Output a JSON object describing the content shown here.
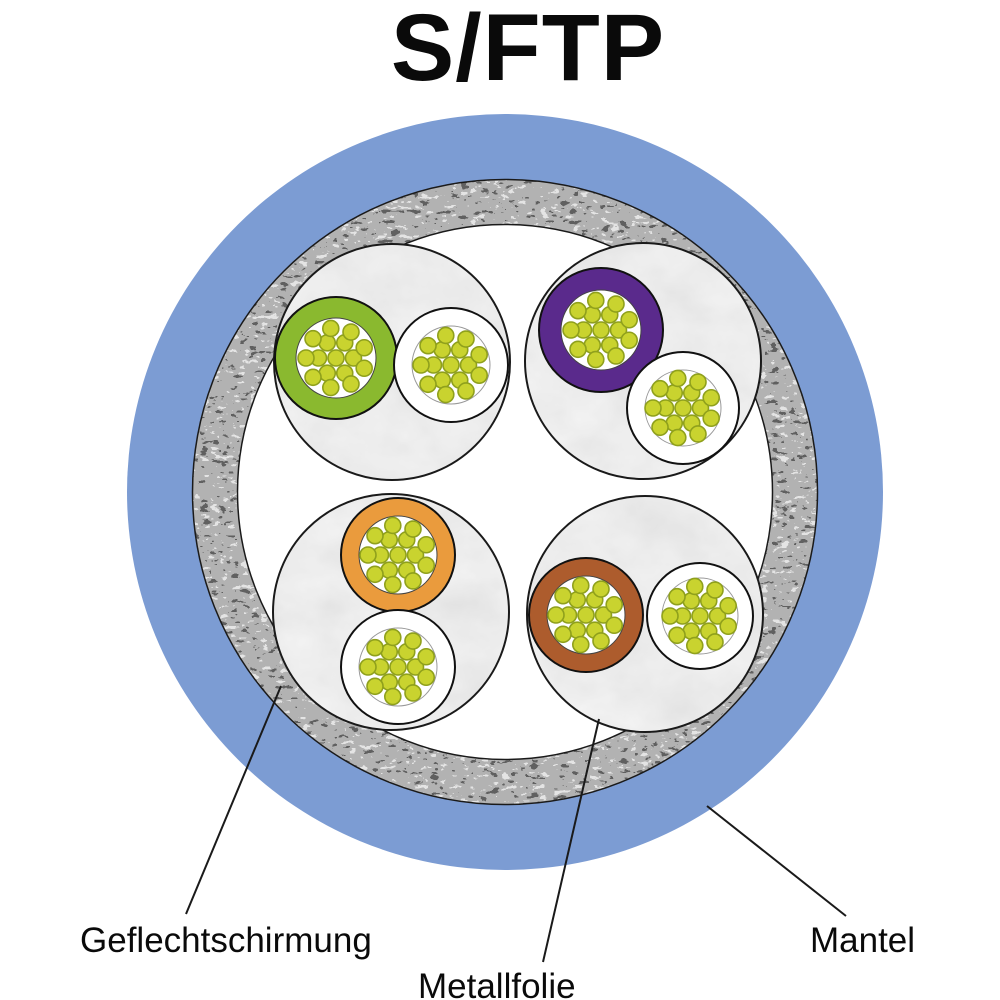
{
  "title": "S/FTP",
  "diagram": {
    "labels": {
      "braid_shield": "Geflechtschirmung",
      "foil": "Metallfolie",
      "jacket": "Mantel"
    },
    "colors": {
      "jacket_blue": "#7c9cd3",
      "wire_green": "#8ab92f",
      "wire_violet": "#5a2a8c",
      "wire_orange": "#ea9b3d",
      "wire_brown": "#ad5c2d",
      "wire_white": "#ffffff",
      "strand_yellow": "#c9d32f",
      "strand_outline": "#8fa01c",
      "outline_black": "#111111"
    }
  }
}
